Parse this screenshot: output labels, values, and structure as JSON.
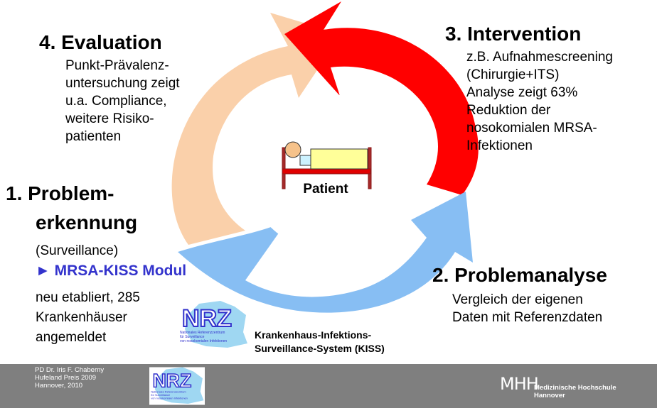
{
  "colors": {
    "step1_arrow": "#87bef3",
    "step3_arrow": "#ff0000",
    "step4_arrow": "#fad0aa",
    "accent_blue": "#3333cc",
    "footer_bg": "#7f7f7f"
  },
  "center": {
    "label": "Patient"
  },
  "steps": {
    "evaluation": {
      "heading": "4. Evaluation",
      "lines": [
        "Punkt-Prävalenz-",
        "untersuchung zeigt",
        "u.a. Compliance,",
        "weitere Risiko-",
        "patienten"
      ]
    },
    "intervention": {
      "heading": "3. Intervention",
      "lines": [
        "z.B. Aufnahmescreening",
        "(Chirurgie+ITS)",
        "Analyse zeigt 63%",
        "Reduktion der",
        "nosokomialen MRSA-",
        "Infektionen"
      ]
    },
    "problemerkennung": {
      "heading_line1": "1. Problem-",
      "heading_line2": "erkennung",
      "sub": "(Surveillance)",
      "module": "► MRSA-KISS Modul",
      "lines": [
        "neu etabliert, 285",
        "Krankenhäuser",
        "angemeldet"
      ]
    },
    "problemanalyse": {
      "heading": "2. Problemanalyse",
      "lines": [
        "Vergleich der eigenen",
        "Daten mit Referenzdaten"
      ]
    }
  },
  "nrz_logo": {
    "mark": "NRZ",
    "caption_lines": [
      "Nationales Referenzzentrum",
      "für Surveillance",
      "von nosokomialen Infektionen"
    ]
  },
  "kiss_label": {
    "line1": "Krankenhaus-Infektions-",
    "line2": "Surveillance-System (KISS)"
  },
  "footer": {
    "lines": [
      "PD Dr. Iris F. Chaberny",
      "Hufeland Preis 2009",
      "Hannover, 2010"
    ],
    "mhh_mark": "MHH",
    "institution_lines": [
      "Medizinische Hochschule",
      "Hannover"
    ]
  }
}
